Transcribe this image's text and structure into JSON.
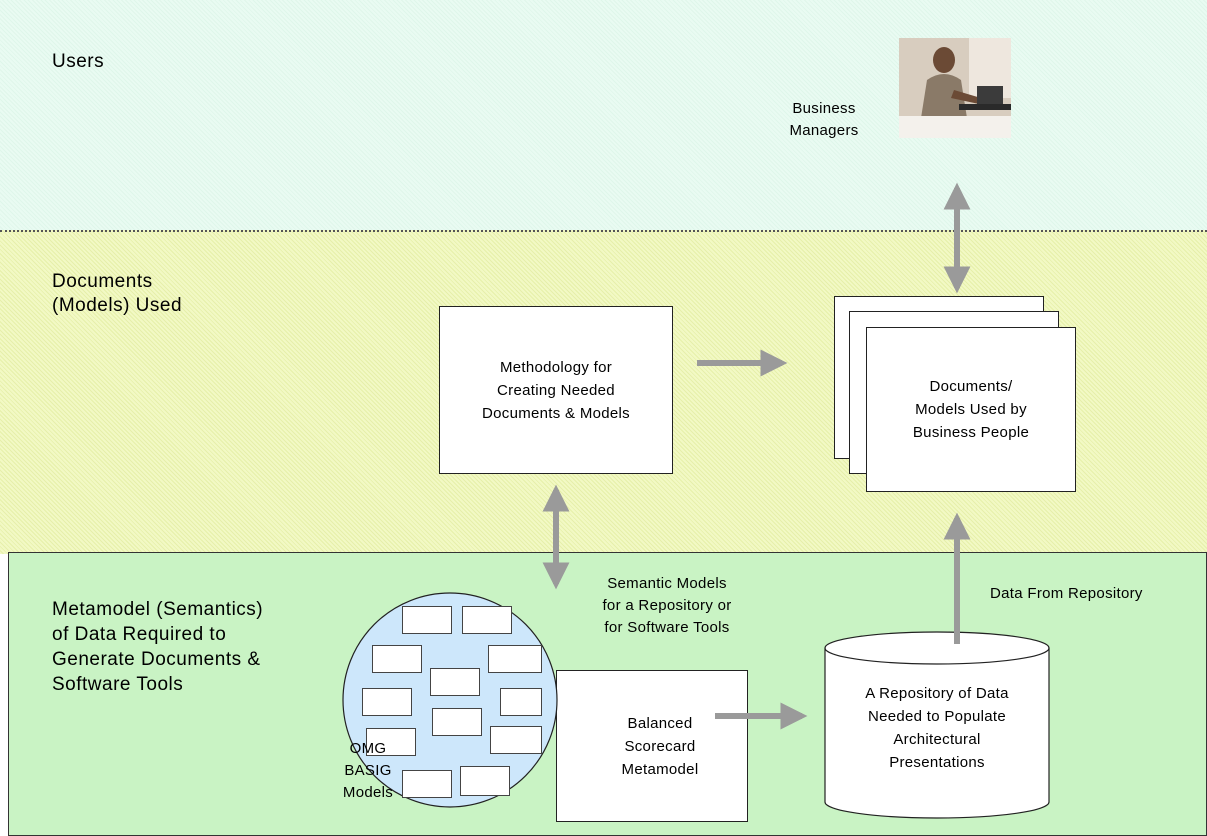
{
  "bands": {
    "users_title": "Users",
    "documents_title": "Documents\n(Models) Used",
    "metamodel_title": "Metamodel (Semantics)\nof Data Required to\nGenerate Documents &\nSoftware Tools"
  },
  "nodes": {
    "business_managers": "Business\nManagers",
    "methodology": "Methodology for\nCreating Needed\nDocuments & Models",
    "documents_models": "Documents/\nModels Used by\nBusiness People",
    "repository": "A Repository of Data\nNeeded to Populate\nArchitectural\nPresentations",
    "scorecard": "Balanced\nScorecard\nMetamodel",
    "omg_basig": "OMG\nBASIG\nModels"
  },
  "labels": {
    "semantic_models": "Semantic Models\nfor a Repository or\nfor Software Tools",
    "data_from_repository": "Data From Repository"
  },
  "colors": {
    "users_band": "#e6f9ee",
    "documents_band": "#eef7b8",
    "metamodel_band": "#c9f3c4",
    "circle_fill": "#cde7fb",
    "arrow": "#9a9a9a"
  }
}
